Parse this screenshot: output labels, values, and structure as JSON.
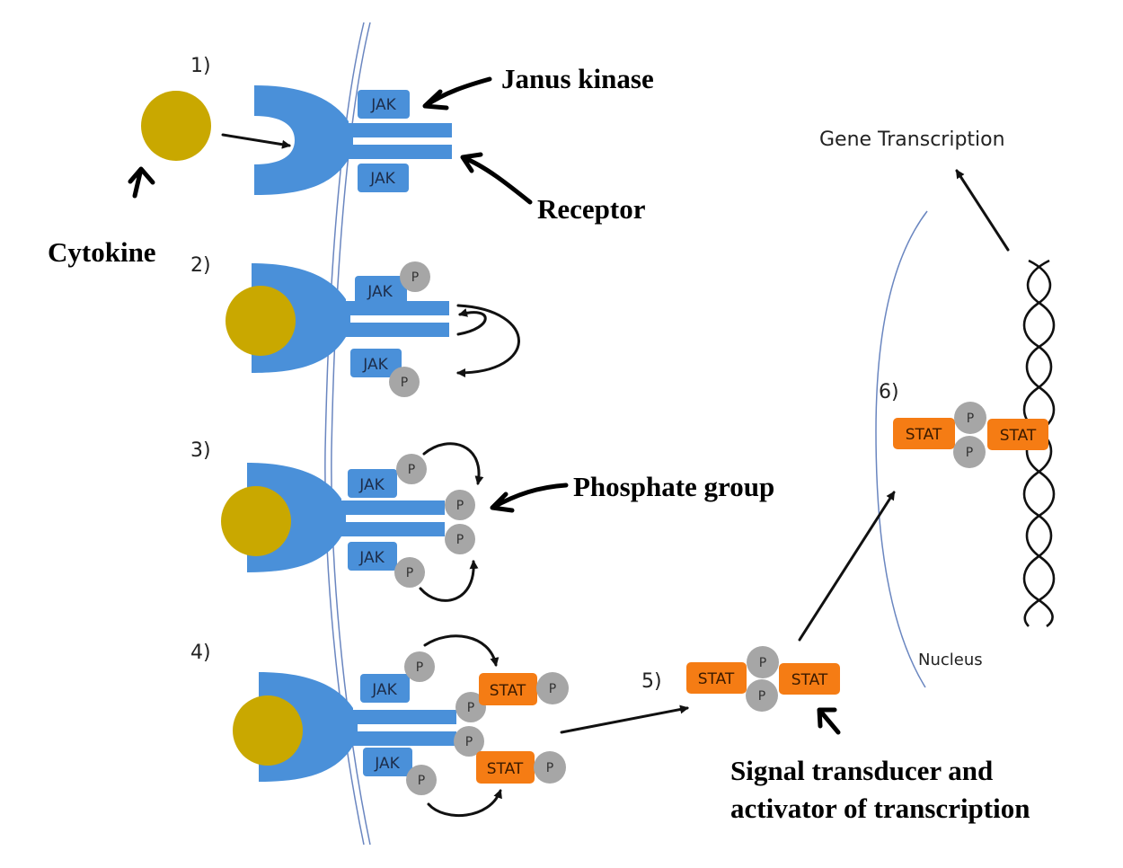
{
  "title": "JAK-STAT signaling pathway",
  "colors": {
    "receptor": "#4a90d9",
    "cytokine": "#c9a800",
    "stat": "#f57c14",
    "phosphate": "#a6a6a6",
    "membrane": "#6a86c0",
    "nucleus": "#6a86c0"
  },
  "steps": [
    "1)",
    "2)",
    "3)",
    "4)",
    "5)",
    "6)"
  ],
  "labels": {
    "cytokine": "Cytokine",
    "janus_kinase": "Janus kinase",
    "receptor": "Receptor",
    "phosphate_group": "Phosphate group",
    "stat_line1": "Signal transducer and",
    "stat_line2": "activator of transcription",
    "gene_transcription": "Gene Transcription",
    "nucleus": "Nucleus"
  },
  "molecules": {
    "jak": "JAK",
    "stat": "STAT",
    "phosphate": "P"
  }
}
